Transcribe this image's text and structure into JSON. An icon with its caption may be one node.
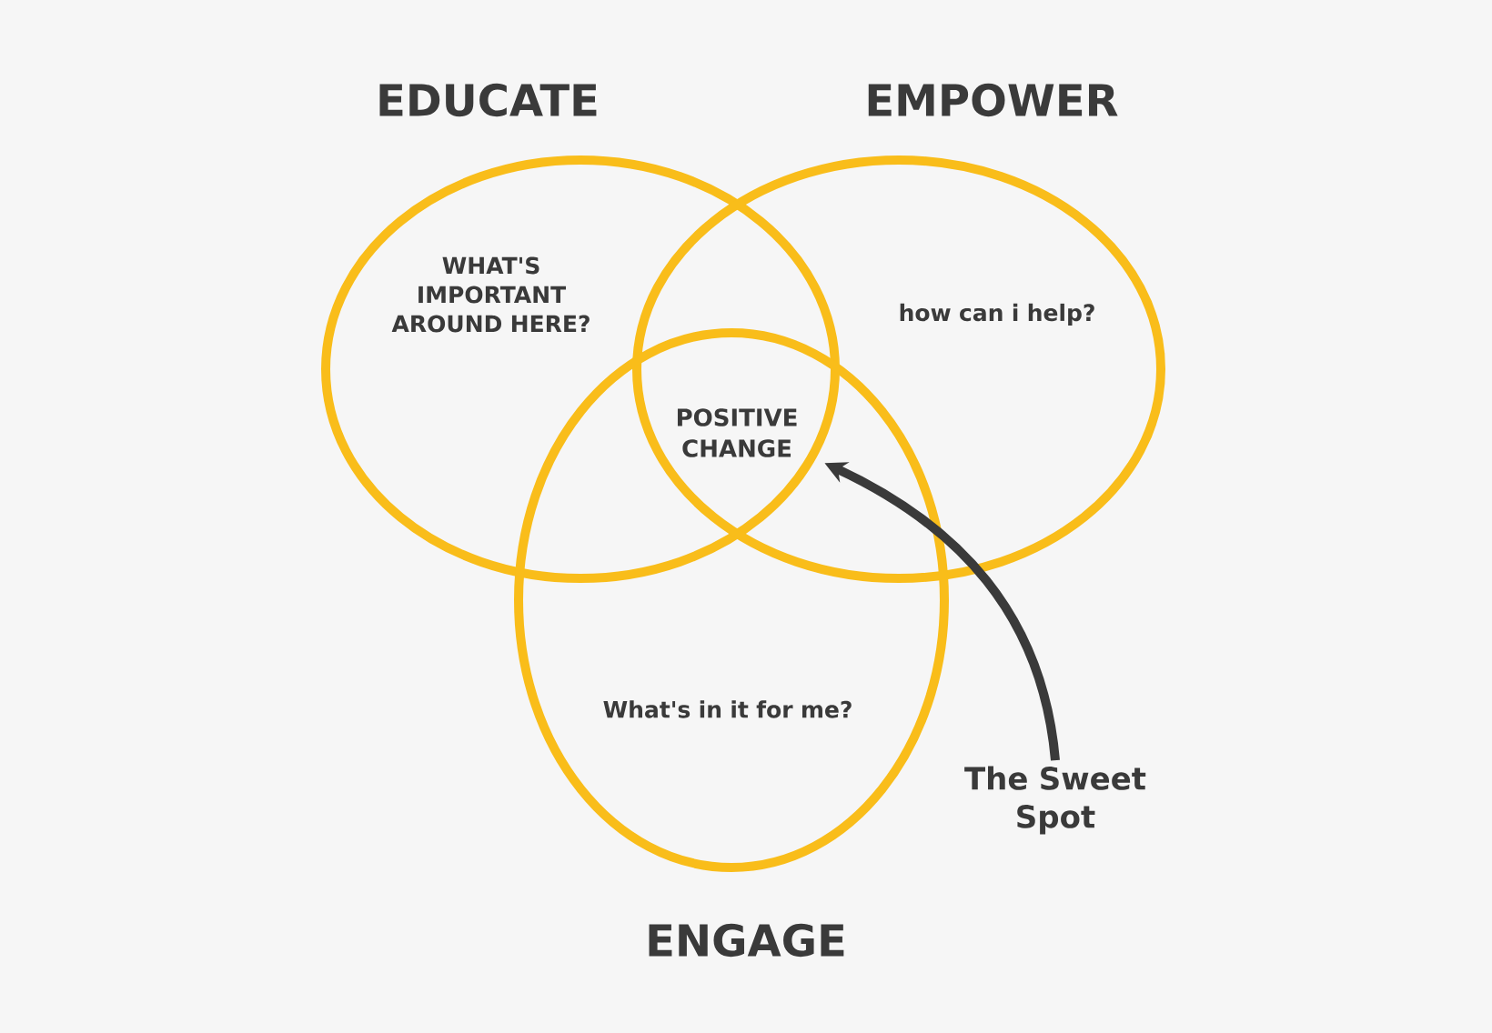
{
  "diagram": {
    "nodes": [
      {
        "text": [
          "EDUCATE",
          "WHAT'S IMPORTANT AROUND HERE?"
        ]
      },
      {
        "text": [
          "EMPOWER",
          "how can i help?"
        ]
      },
      {
        "text": [
          "What's in it for me?",
          "ENGAGE"
        ]
      },
      {
        "text": [
          "POSITIVE CHANGE"
        ]
      },
      {
        "text": [
          "The Sweet Spot"
        ]
      }
    ],
    "edges": [
      {
        "from": 4,
        "to": 3,
        "arrow": "to"
      }
    ]
  }
}
